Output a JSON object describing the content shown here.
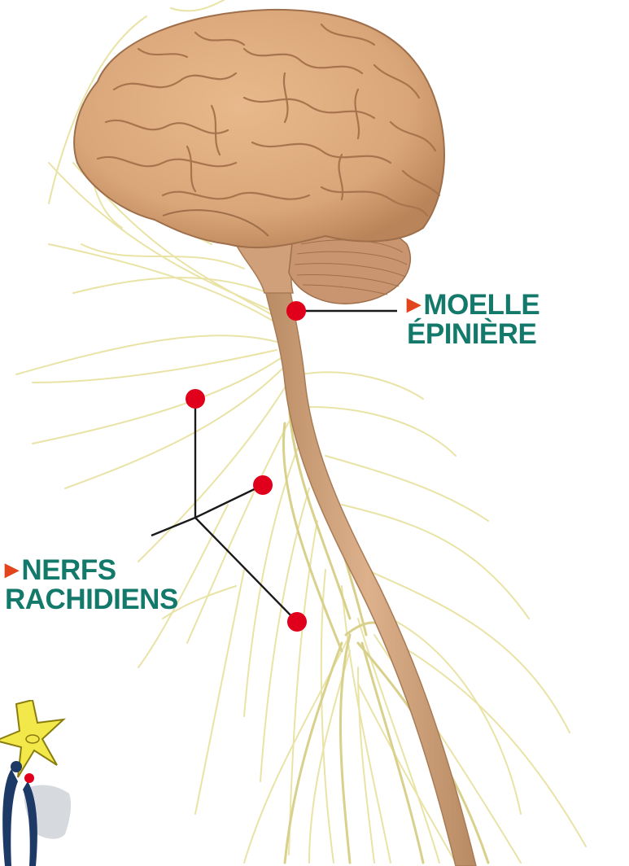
{
  "colors": {
    "label_text": "#137a6b",
    "label_arrow": "#e2441c",
    "marker": "#e0001b",
    "leader_line": "#1a1a1a",
    "brain_base": "#d9a679",
    "brain_dark": "#b8825a",
    "cerebellum": "#c99570",
    "spinal_cord": "#cea079",
    "nerves": "#ece7a8",
    "nerves_dark": "#d8d08a",
    "logo_star": "#f3e84a",
    "logo_figure": "#1d3a66",
    "logo_map": "#d6d9de"
  },
  "labels": {
    "spinal_cord": {
      "line1": "MOELLE",
      "line2": "ÉPINIÈRE",
      "arrow_icon": "triangle-right"
    },
    "spinal_nerves": {
      "line1": "NERFS",
      "line2": "RACHIDIENS",
      "arrow_icon": "triangle-right"
    }
  },
  "markers_count": 4
}
